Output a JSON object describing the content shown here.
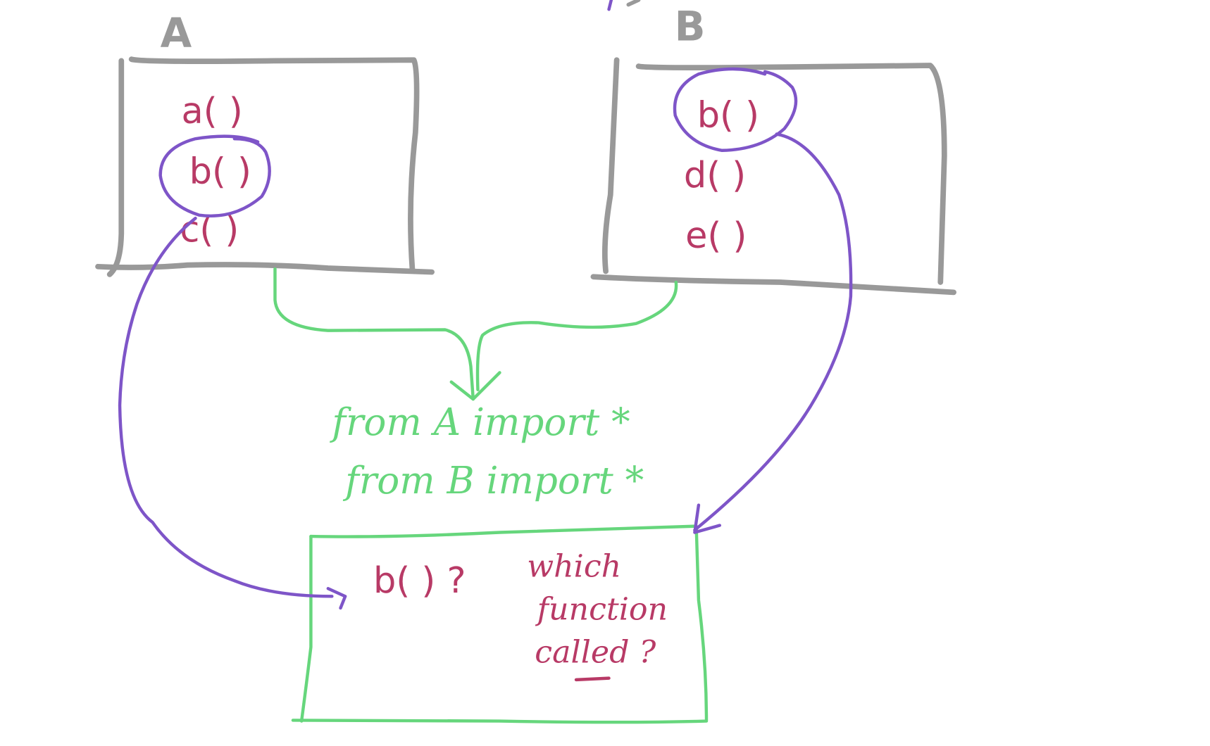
{
  "module_a": {
    "label": "A",
    "functions": [
      "a( )",
      "b( )",
      "c( )"
    ]
  },
  "module_b": {
    "label": "B",
    "functions": [
      "b( )",
      "d( )",
      "e( )"
    ]
  },
  "imports": [
    "from A import *",
    "from B import *"
  ],
  "main_box": {
    "call": "b( ) ?",
    "question_lines": [
      "which",
      "function",
      "called ?"
    ]
  },
  "colors": {
    "module_box": "#999999",
    "function_text": "#b83a66",
    "highlight": "#7e55c8",
    "import": "#66d67c"
  }
}
